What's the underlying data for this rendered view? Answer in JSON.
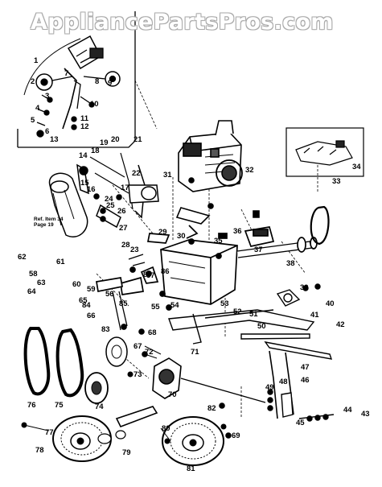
{
  "watermark": "AppliancePartsPros.com",
  "ref_note_line1": "Ref. Item 34",
  "ref_note_line2": "Page 19",
  "parts": [
    "1",
    "2",
    "3",
    "4",
    "5",
    "6",
    "7",
    "8",
    "9",
    "10",
    "11",
    "12",
    "13",
    "14",
    "15",
    "16",
    "17",
    "18",
    "19",
    "20",
    "21",
    "22",
    "23",
    "24",
    "25",
    "26",
    "27",
    "28",
    "29",
    "30",
    "31",
    "32",
    "33",
    "34",
    "35",
    "36",
    "37",
    "38",
    "39",
    "40",
    "41",
    "42",
    "43",
    "44",
    "45",
    "46",
    "47",
    "48",
    "49",
    "50",
    "51",
    "52",
    "53",
    "54",
    "55",
    "56",
    "57",
    "58",
    "59",
    "60",
    "61",
    "62",
    "63",
    "64",
    "65",
    "66",
    "67",
    "68",
    "69",
    "70",
    "71",
    "72",
    "73",
    "74",
    "75",
    "76",
    "77",
    "78",
    "79",
    "80",
    "81",
    "82",
    "83",
    "84",
    "85",
    "86",
    "87"
  ]
}
